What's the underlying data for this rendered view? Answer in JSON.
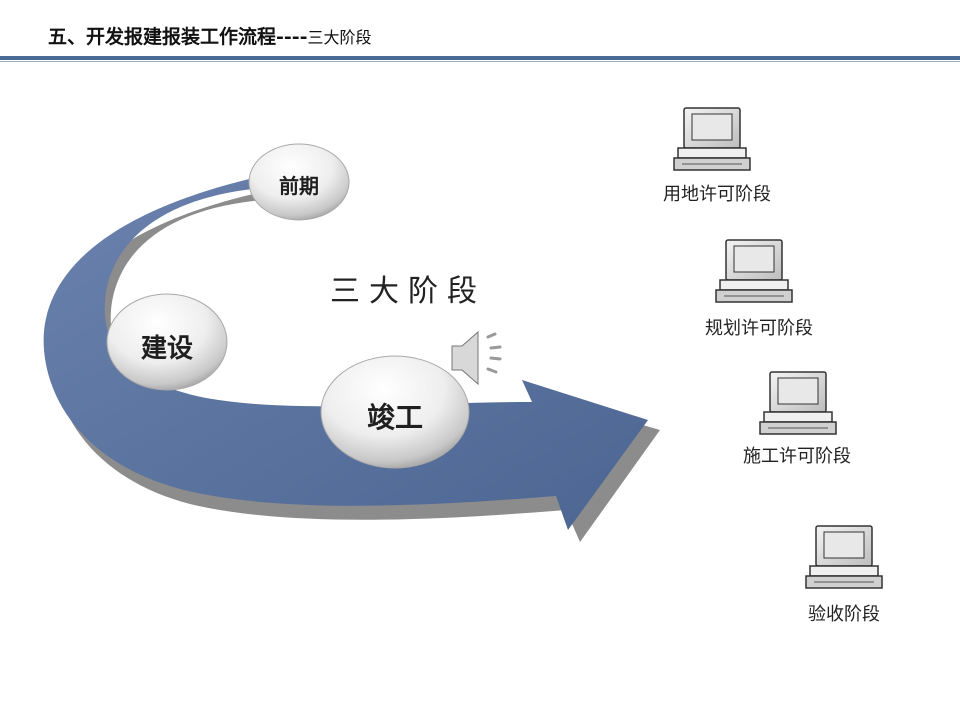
{
  "slide": {
    "title_main": "五、开发报建报装工作流程----",
    "title_sub": "三大阶段"
  },
  "diagram": {
    "center_label": "三大阶段",
    "nodes": [
      {
        "label": "前期"
      },
      {
        "label": "建设"
      },
      {
        "label": "竣工"
      }
    ],
    "stages": [
      {
        "label": "用地许可阶段"
      },
      {
        "label": "规划许可阶段"
      },
      {
        "label": "施工许可阶段"
      },
      {
        "label": "验收阶段"
      }
    ],
    "colors": {
      "arrow": "#566f9b",
      "arrow_shadow": "#8c8c8c",
      "header_rule": "#4a6a96"
    },
    "icons": [
      "computer-icon",
      "speaker-icon"
    ]
  }
}
